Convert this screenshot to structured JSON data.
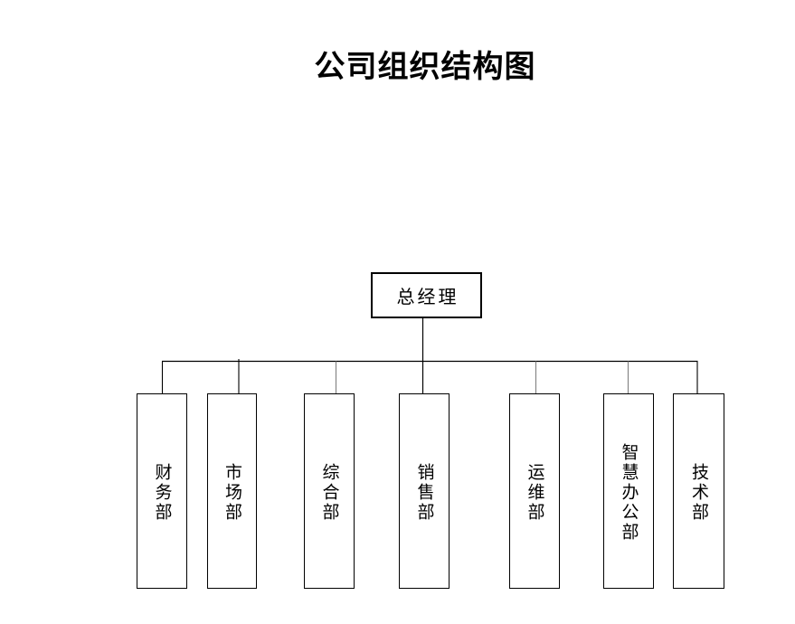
{
  "page": {
    "title": "公司组织结构图"
  },
  "org_chart": {
    "root": {
      "label": "总经理"
    },
    "departments": [
      {
        "label": "财务部"
      },
      {
        "label": "市场部"
      },
      {
        "label": "综合部"
      },
      {
        "label": "销售部"
      },
      {
        "label": "运维部"
      },
      {
        "label": "智慧办公部"
      },
      {
        "label": "技术部"
      }
    ]
  },
  "colors": {
    "background": "#ffffff",
    "line": "#000000",
    "text": "#000000"
  }
}
